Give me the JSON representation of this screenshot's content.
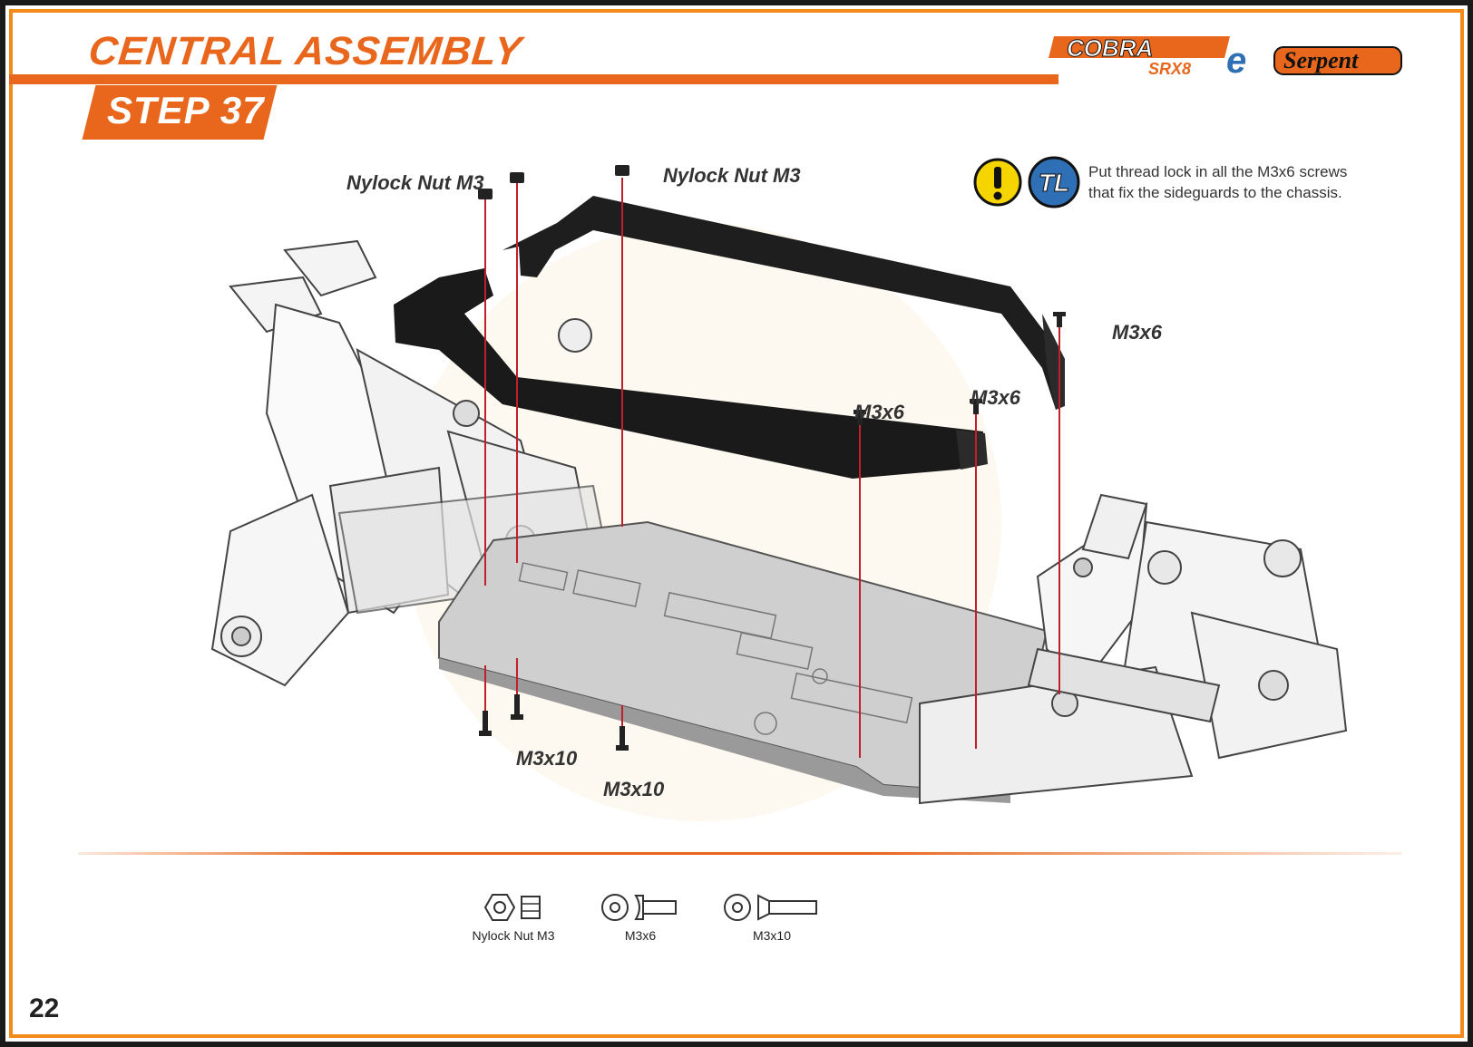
{
  "header": {
    "section_title": "CENTRAL ASSEMBLY",
    "step_label": "STEP 37"
  },
  "logos": {
    "cobra": "COBRA",
    "cobra_sub": "SRX8",
    "cobra_e": "e",
    "serpent": "Serpent"
  },
  "note": {
    "text": "Put thread lock in all the M3x6 screws that fix the sideguards to the chassis.",
    "tl_badge": "TL"
  },
  "callouts": {
    "nut_left": "Nylock Nut M3",
    "nut_right": "Nylock Nut M3",
    "m3x6_right": "M3x6",
    "m3x6_mid": "M3x6",
    "m3x6_center": "M3x6",
    "m3x10_left": "M3x10",
    "m3x10_center": "M3x10"
  },
  "parts_legend": [
    {
      "name": "Nylock Nut M3",
      "icon": "nylock-nut-icon"
    },
    {
      "name": "M3x6",
      "icon": "m3x6-screw-icon"
    },
    {
      "name": "M3x10",
      "icon": "m3x10-screw-icon"
    }
  ],
  "page_number": "22",
  "colors": {
    "accent": "#e8671d",
    "border": "#1a1a1a",
    "warning": "#f5d400",
    "tl_badge": "#2f6fb5",
    "guide_line": "#c0202a"
  }
}
